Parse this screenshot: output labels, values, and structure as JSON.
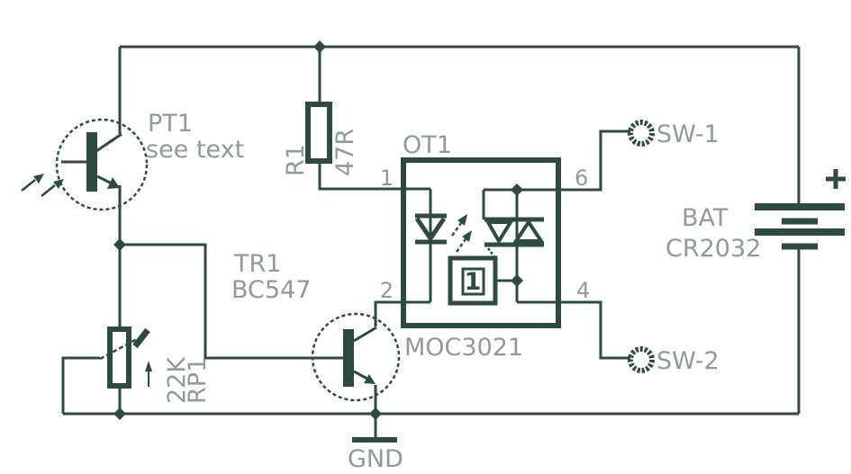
{
  "colors": {
    "wire": "#2E4B42",
    "label": "#8F9B95",
    "background": "#FFFFFF"
  },
  "components": {
    "pt1": {
      "ref": "PT1",
      "note": "see text"
    },
    "r1": {
      "ref": "R1",
      "value": "47R"
    },
    "ot1": {
      "ref": "OT1",
      "part": "MOC3021",
      "marker": "1",
      "pins": {
        "p1": "1",
        "p2": "2",
        "p6": "6",
        "p4": "4"
      }
    },
    "tr1": {
      "ref": "TR1",
      "value": "BC547"
    },
    "rp1": {
      "ref": "RP1",
      "value": "22K"
    },
    "battery": {
      "ref": "BAT",
      "value": "CR2032",
      "polarity": "+"
    },
    "sw1": {
      "label": "SW-1"
    },
    "sw2": {
      "label": "SW-2"
    },
    "gnd": {
      "label": "GND"
    }
  }
}
